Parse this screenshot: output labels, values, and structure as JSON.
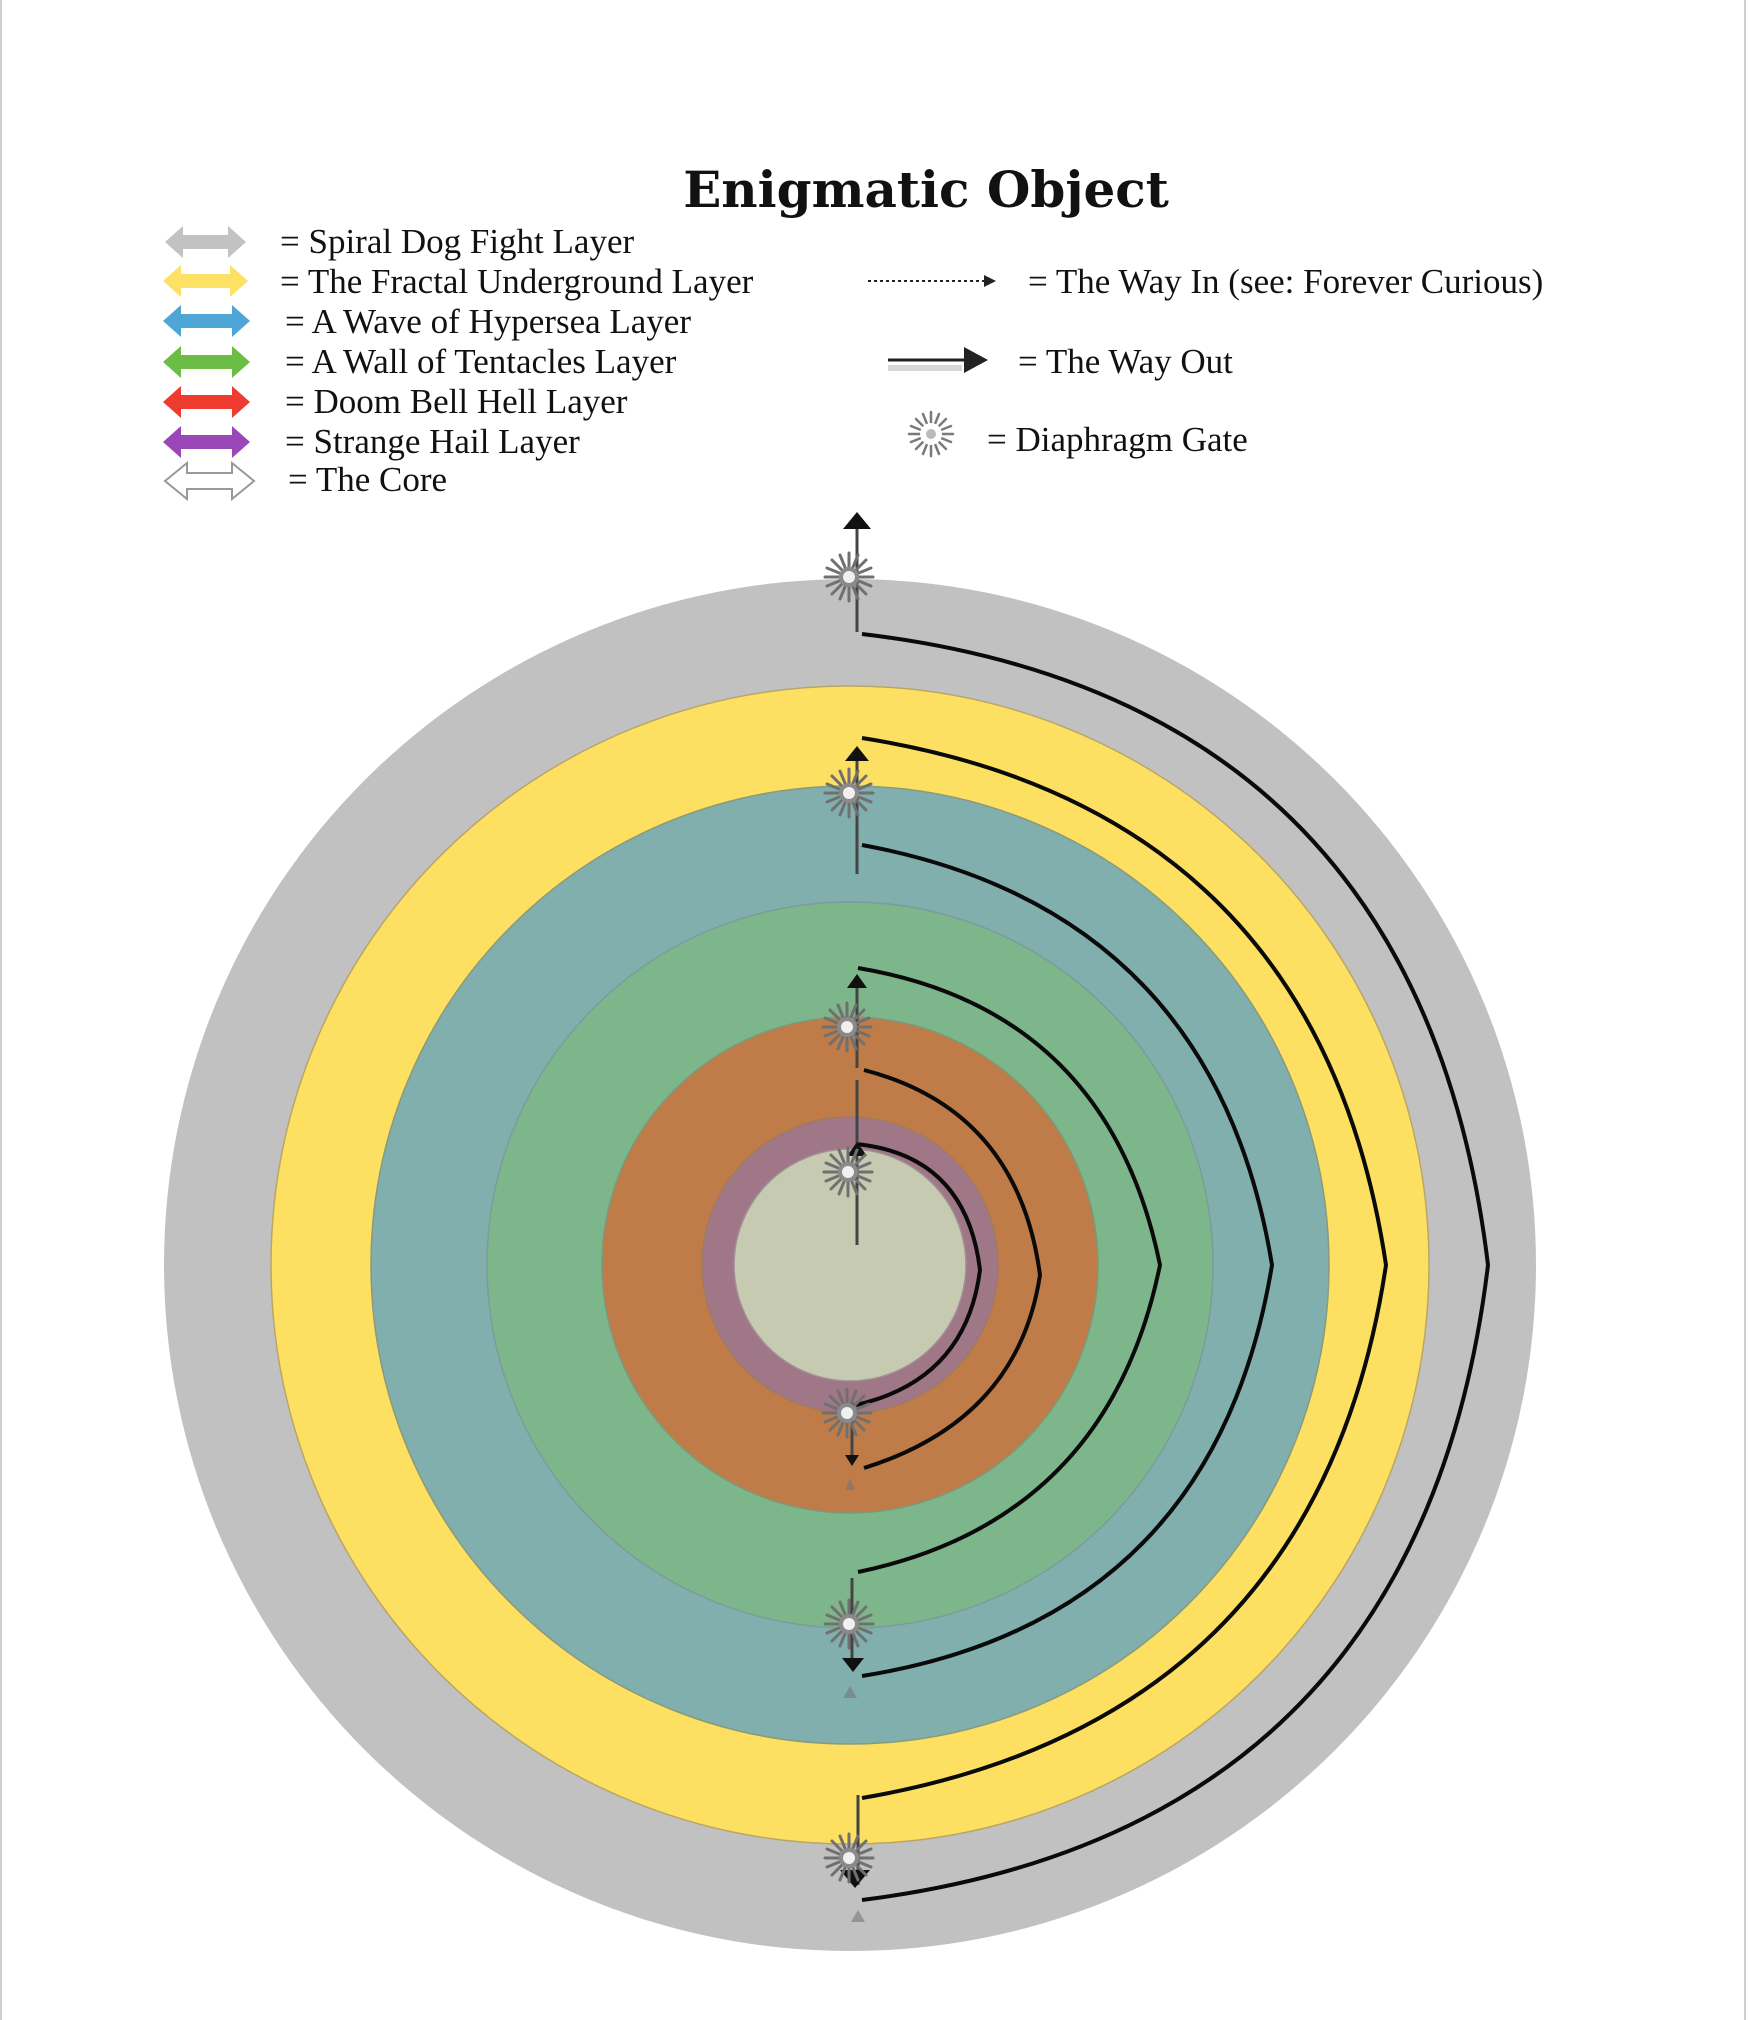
{
  "title": "Enigmatic Object",
  "legend": {
    "layers": [
      {
        "label": "= Spiral Dog Fight Layer",
        "color": "#c2c2c2",
        "arrow": "spiral-dog-fight"
      },
      {
        "label": "= The Fractal Underground Layer",
        "color": "#fde165",
        "arrow": "fractal-underground"
      },
      {
        "label": "= A Wave of Hypersea Layer",
        "color": "#4ea6d6",
        "arrow": "hypersea"
      },
      {
        "label": "= A Wall of Tentacles Layer",
        "color": "#6cbd45",
        "arrow": "tentacles"
      },
      {
        "label": "= Doom Bell Hell Layer",
        "color": "#ee3b2f",
        "arrow": "doom-bell-hell"
      },
      {
        "label": "= Strange Hail Layer",
        "color": "#9a48b8",
        "arrow": "strange-hail"
      },
      {
        "label": "= The Core",
        "color": "#ffffff",
        "arrow": "core"
      }
    ],
    "symbols": [
      {
        "label": "= The Way In (see: Forever Curious)",
        "symbol": "dotted-arrow"
      },
      {
        "label": "=  The Way Out",
        "symbol": "solid-arrow"
      },
      {
        "label": "=  Diaphragm Gate",
        "symbol": "diaphragm-gate"
      }
    ]
  },
  "rings": [
    {
      "name": "spiral-dog-fight",
      "color": "#c1c1c1"
    },
    {
      "name": "fractal-underground",
      "color": "#fde062"
    },
    {
      "name": "hypersea",
      "color": "#80afad"
    },
    {
      "name": "tentacles",
      "color": "#7eb68b"
    },
    {
      "name": "doom-bell-hell",
      "color": "#c07c48"
    },
    {
      "name": "strange-hail",
      "color": "#9f7787"
    },
    {
      "name": "core",
      "color": "#c5cab0"
    }
  ]
}
